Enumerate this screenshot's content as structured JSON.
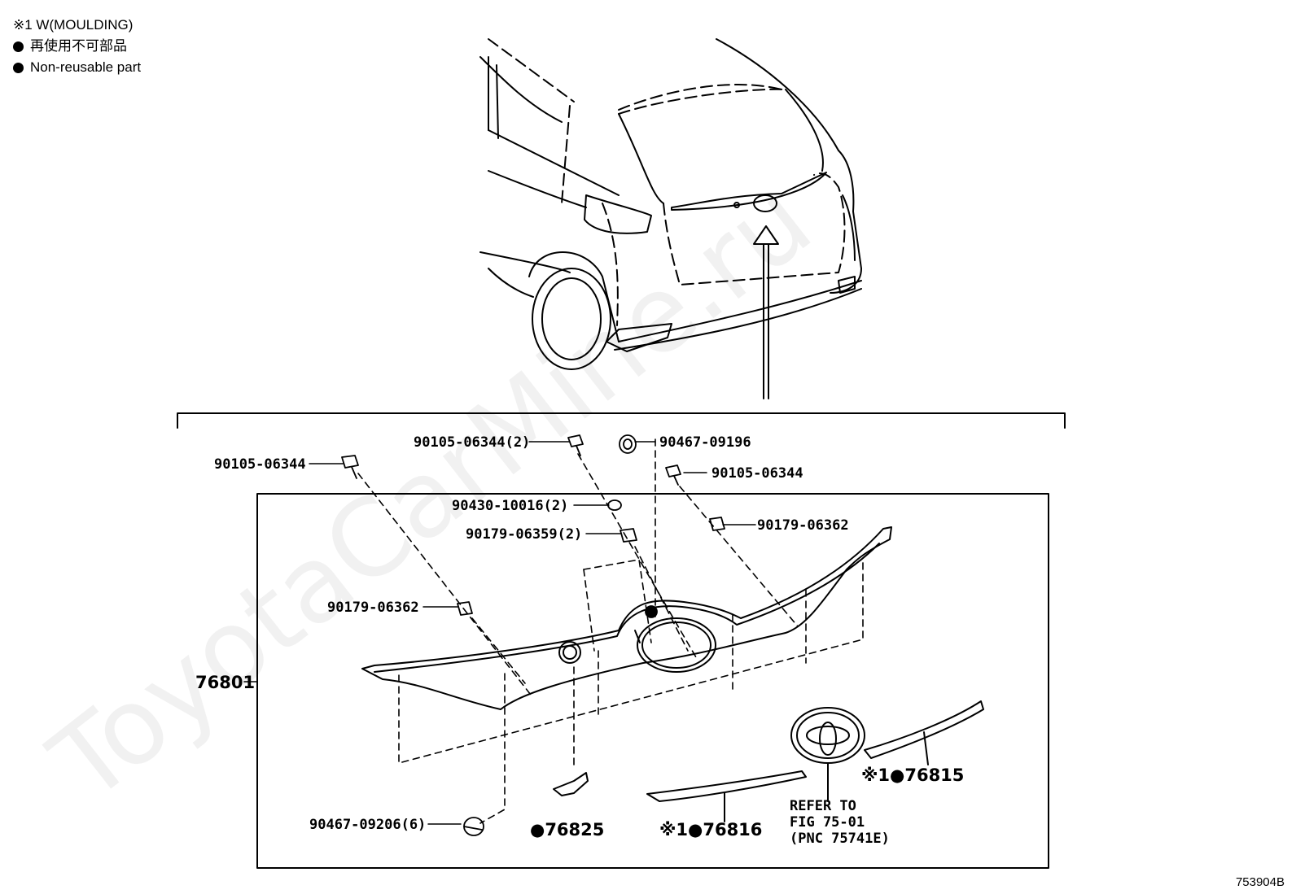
{
  "legend": {
    "note1": "※1 W(MOULDING)",
    "non_reusable_jp": "再使用不可部品",
    "non_reusable_en": "Non-reusable part"
  },
  "watermark": "ToyotaCarMine.ru",
  "figure_id": "753904B",
  "parts": {
    "p90105_left": "90105-06344",
    "p90105_top": "90105-06344(2)",
    "p90467_top": "90467-09196",
    "p90105_right": "90105-06344",
    "p90430": "90430-10016(2)",
    "p90179_center": "90179-06359(2)",
    "p90179_right": "90179-06362",
    "p90179_left": "90179-06362",
    "p76801": "76801",
    "p90467_bottom": "90467-09206(6)",
    "p76825": "●76825",
    "p76816": "※1●76816",
    "p76815": "※1●76815",
    "refer_line1": "REFER TO",
    "refer_line2": "FIG 75-01",
    "refer_line3": "(PNC 75741E)"
  }
}
